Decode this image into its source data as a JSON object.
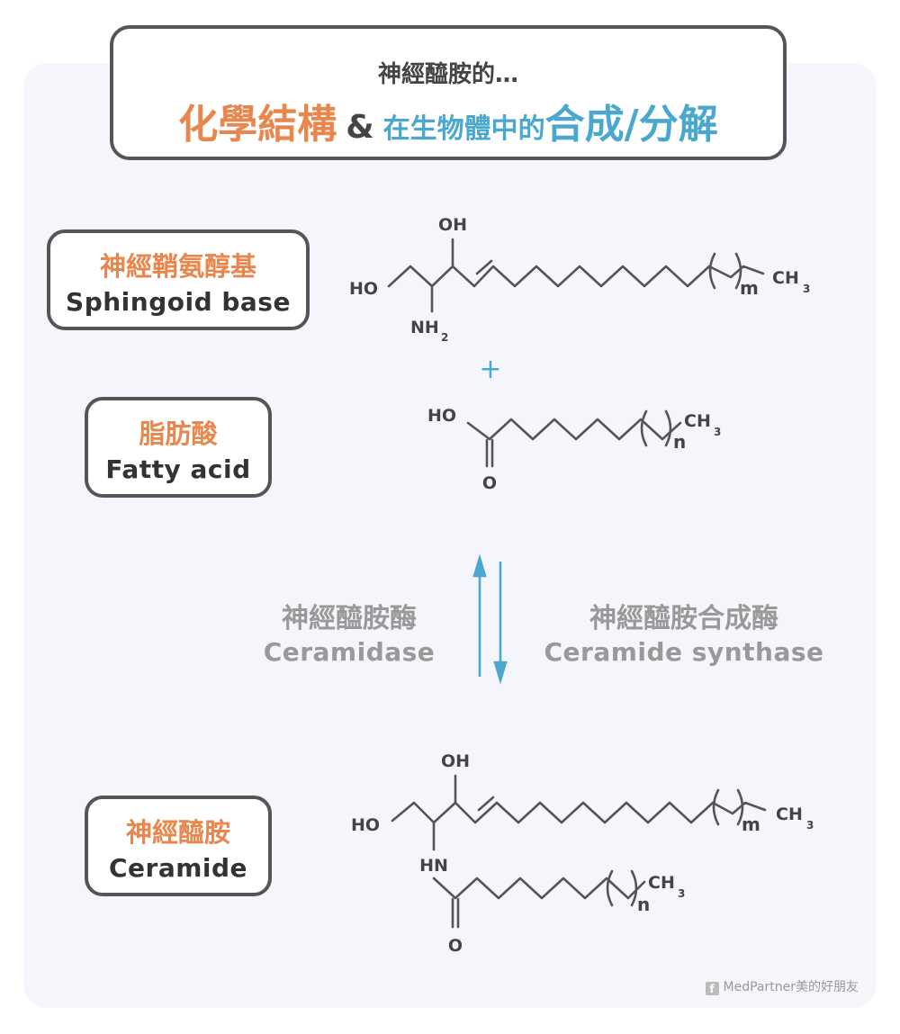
{
  "header": {
    "subtitle": "神經醯胺的…",
    "title_part1": "化學結構",
    "ampersand": "&",
    "title_part2": "在生物體中的",
    "title_part3": "合成/分解"
  },
  "labels": {
    "sphingoid": {
      "zh": "神經鞘氨醇基",
      "en": "Sphingoid base"
    },
    "fatty_acid": {
      "zh": "脂肪酸",
      "en": "Fatty acid"
    },
    "ceramide": {
      "zh": "神經醯胺",
      "en": "Ceramide"
    }
  },
  "enzymes": {
    "ceramidase": {
      "zh": "神經醯胺酶",
      "en": "Ceramidase"
    },
    "synthase": {
      "zh": "神經醯胺合成酶",
      "en": "Ceramide synthase"
    }
  },
  "chem": {
    "oh": "OH",
    "ho": "HO",
    "nh2": "NH",
    "sub2": "2",
    "hn": "HN",
    "o": "O",
    "ch": "CH",
    "sub3": "3",
    "m": "m",
    "n": "n",
    "plus": "+"
  },
  "credit": "MedPartner美的好朋友",
  "colors": {
    "orange": "#e8874d",
    "blue": "#4aa8cf",
    "dark": "#555555",
    "grey": "#999999"
  }
}
